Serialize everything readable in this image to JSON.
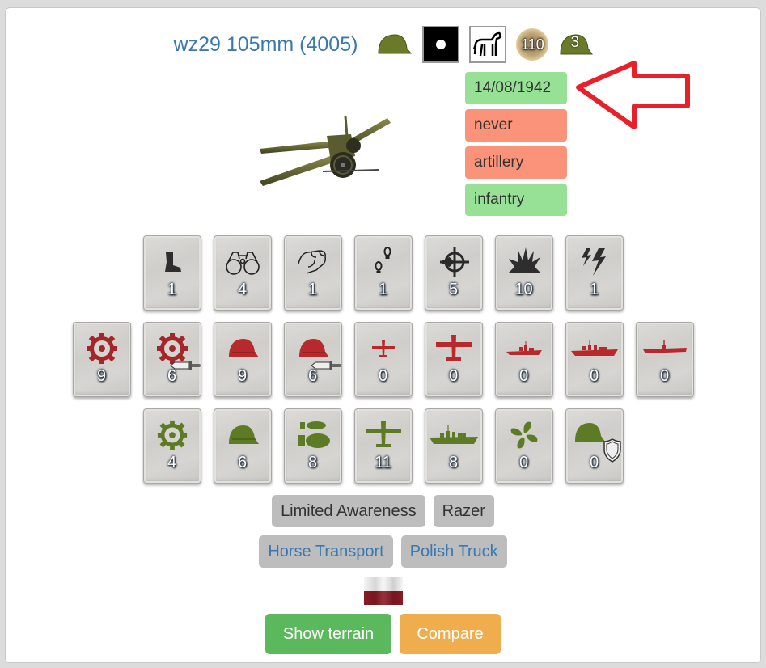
{
  "unit": {
    "title": "wz29 105mm (4005)",
    "header_icons": [
      {
        "name": "infantry-helmet-icon",
        "color": "#6b7a2a"
      },
      {
        "name": "night-dot-icon"
      },
      {
        "name": "horse-icon"
      },
      {
        "name": "cost-coin-icon",
        "value": "110"
      },
      {
        "name": "helmet-count-icon",
        "value": "3",
        "color": "#6b7a2a"
      }
    ],
    "image": "field-gun-image"
  },
  "info_badges": [
    {
      "label": "14/08/1942",
      "status": "green",
      "color": "#97e197"
    },
    {
      "label": "never",
      "status": "red",
      "color": "#fa9379"
    },
    {
      "label": "artillery",
      "status": "red",
      "color": "#fa9379"
    },
    {
      "label": "infantry",
      "status": "green",
      "color": "#97e197"
    }
  ],
  "annotation": {
    "arrow_color": "#e8202a",
    "points_to": "14/08/1942"
  },
  "stats": {
    "row1": [
      {
        "icon": "boot-icon",
        "value": "1"
      },
      {
        "icon": "binoculars-icon",
        "value": "4"
      },
      {
        "icon": "fist-icon",
        "value": "1"
      },
      {
        "icon": "footsteps-icon",
        "value": "1"
      },
      {
        "icon": "crosshair-icon",
        "value": "5"
      },
      {
        "icon": "explosion-icon",
        "value": "10"
      },
      {
        "icon": "lightning-icon",
        "value": "1"
      }
    ],
    "row2": [
      {
        "icon": "soft-attack-gear-icon",
        "value": "9",
        "color": "#a3262a"
      },
      {
        "icon": "soft-attack-gear-close-icon",
        "value": "6",
        "color": "#a3262a"
      },
      {
        "icon": "hard-attack-helmet-icon",
        "value": "9",
        "color": "#b8292d"
      },
      {
        "icon": "hard-attack-helmet-close-icon",
        "value": "6",
        "color": "#b8292d"
      },
      {
        "icon": "air-attack-small-plane-icon",
        "value": "0",
        "color": "#b8292d"
      },
      {
        "icon": "air-attack-plane-icon",
        "value": "0",
        "color": "#b8292d"
      },
      {
        "icon": "naval-attack-ship-icon",
        "value": "0",
        "color": "#b8292d"
      },
      {
        "icon": "naval-attack-battleship-icon",
        "value": "0",
        "color": "#b8292d"
      },
      {
        "icon": "naval-attack-submarine-icon",
        "value": "0",
        "color": "#b8292d"
      }
    ],
    "row3": [
      {
        "icon": "defense-gear-icon",
        "value": "4",
        "color": "#5d7a24"
      },
      {
        "icon": "defense-helmet-icon",
        "value": "6",
        "color": "#5d7a24"
      },
      {
        "icon": "defense-bombs-icon",
        "value": "8",
        "color": "#5d7a24"
      },
      {
        "icon": "defense-plane-icon",
        "value": "11",
        "color": "#5d7a24"
      },
      {
        "icon": "defense-ship-icon",
        "value": "8",
        "color": "#5d7a24"
      },
      {
        "icon": "defense-propeller-icon",
        "value": "0",
        "color": "#5d7a24"
      },
      {
        "icon": "defense-helmet-shield-icon",
        "value": "0",
        "color": "#5d7a24"
      }
    ]
  },
  "traits": [
    {
      "label": "Limited Awareness"
    },
    {
      "label": "Razer"
    }
  ],
  "transports": [
    {
      "label": "Horse Transport"
    },
    {
      "label": "Polish Truck"
    }
  ],
  "nation": {
    "flag": "poland-flag",
    "colors": [
      "#f4f4f4",
      "#8a1a22"
    ]
  },
  "buttons": {
    "show_terrain": "Show terrain",
    "compare": "Compare",
    "show_terrain_color": "#5cb85c",
    "compare_color": "#f0ad4e"
  }
}
